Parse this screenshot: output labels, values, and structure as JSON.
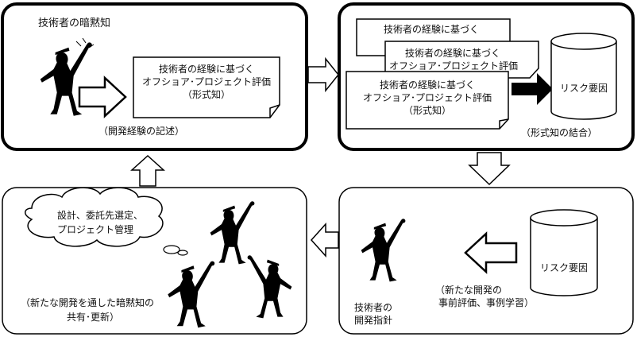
{
  "panel_top_left": {
    "title": "技術者の暗黙知",
    "caption": "（開発経験の記述）"
  },
  "document": {
    "line1": "技術者の経験に基づく",
    "line2": "オフショア･プロジェクト評価",
    "line3": "（形式知）"
  },
  "panel_top_right": {
    "caption": "（形式知の結合）",
    "database_label": "リスク要因"
  },
  "panel_bottom_right": {
    "database_label": "リスク要因",
    "caption_line1": "（新たな開発の",
    "caption_line2": "事前評価、事例学習）",
    "engineer_line1": "技術者の",
    "engineer_line2": "開発指針"
  },
  "panel_bottom_left": {
    "cloud_line1": "設計、委託先選定、",
    "cloud_line2": "プロジェクト管理",
    "caption_line1": "（新たな開発を通した暗黙知の",
    "caption_line2": "共有･更新）"
  }
}
